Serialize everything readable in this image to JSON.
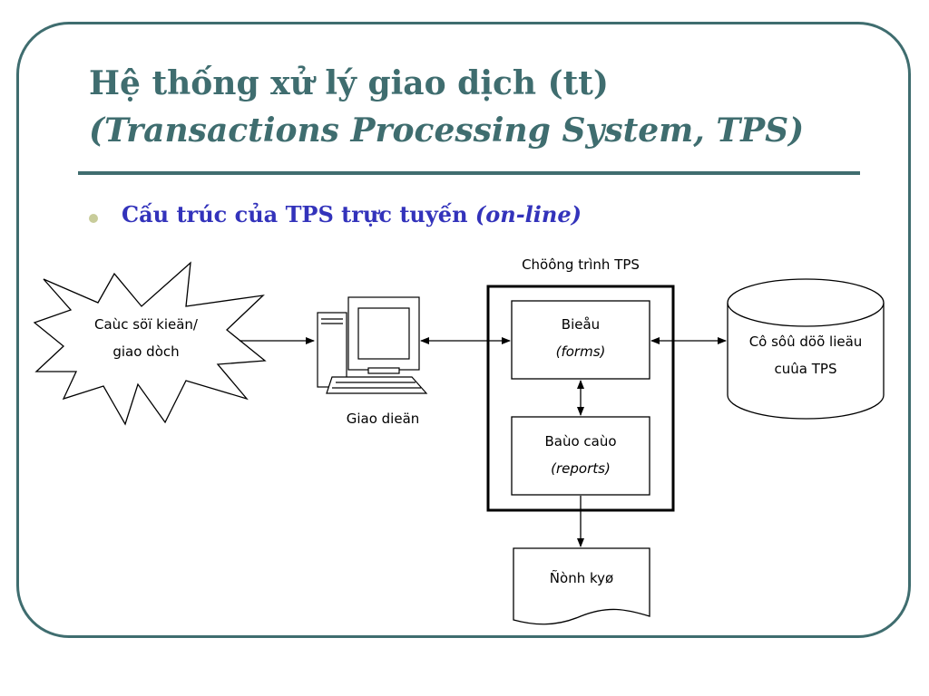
{
  "slide": {
    "title_line1": "Hệ thống xử lý giao dịch (tt)",
    "title_line2": "(Transactions Processing System, TPS)",
    "bullet_text": "Cấu trúc của TPS trực tuyến ",
    "bullet_text_italic": "(on-line)"
  },
  "diagram": {
    "event_line1": "Caùc söï kieän/",
    "event_line2": "giao dòch",
    "interface_label": "Giao dieän",
    "program_label": "Chöông trình TPS",
    "forms_line1": "Bieåu",
    "forms_line2": "(forms)",
    "reports_line1": "Baùo caùo",
    "reports_line2": "(reports)",
    "database_line1": "Cô sôû döõ lieäu",
    "database_line2": "cuûa TPS",
    "document_label": "Ñònh kyø"
  },
  "colors": {
    "frame": "#3f6d6f",
    "title": "#3f6d6f",
    "subtitle": "#3333bb",
    "bullet": "#c8cc9a"
  }
}
